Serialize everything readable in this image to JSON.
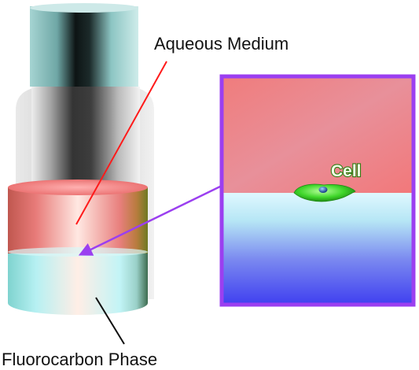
{
  "labels": {
    "aqueous": "Aqueous Medium",
    "fluorocarbon": "Fluorocarbon Phase",
    "cell": "Cell"
  },
  "colors": {
    "aqueous_pink": "#f08a8a",
    "fluoro_cyan": "#c8f4f6",
    "inset_border": "#9b3ff0",
    "inset_blue": "#4a4cf0",
    "cell_green": "#3fd62a",
    "pointer_red": "#ff1a1a",
    "pointer_purple": "#9b3ff0"
  }
}
